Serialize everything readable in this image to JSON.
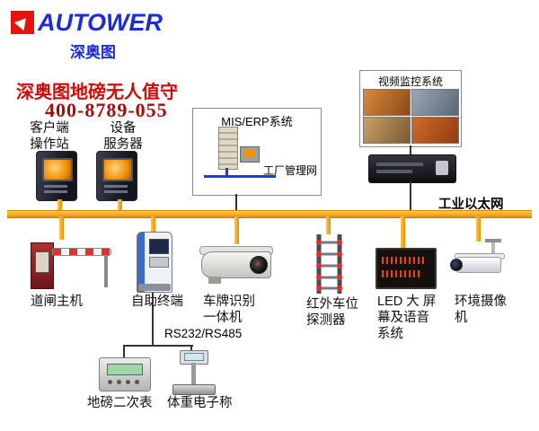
{
  "logo": {
    "brand": "AUTOWER",
    "brand_cn": "深奥图"
  },
  "header": {
    "title": "深奥图地磅无人值守",
    "phone": "400-8789-055"
  },
  "bus": {
    "label": "工业以太网",
    "color": "#f2a50a"
  },
  "serial": {
    "label": "RS232/RS485"
  },
  "nodes": {
    "client_station": {
      "label": "客户端\n操作站"
    },
    "device_server": {
      "label": "设备\n服务器"
    },
    "mis_erp": {
      "title": "MIS/ERP系统",
      "network_label": "工厂管理网"
    },
    "video": {
      "title": "视频监控系统"
    },
    "barrier": {
      "label": "道闸主机"
    },
    "kiosk": {
      "label": "自助终端"
    },
    "lpr": {
      "label": "车牌识别\n一体机"
    },
    "infrared": {
      "label": "红外车位\n探测器"
    },
    "led": {
      "label": "LED 大 屏\n幕及语音\n系统"
    },
    "env_camera": {
      "label": "环境摄像\n机"
    },
    "indicator": {
      "label": "地磅二次表"
    },
    "scale": {
      "label": "体重电子称"
    }
  },
  "colors": {
    "accent_red": "#cf0a0a",
    "logo_blue": "#1d2bd8"
  }
}
